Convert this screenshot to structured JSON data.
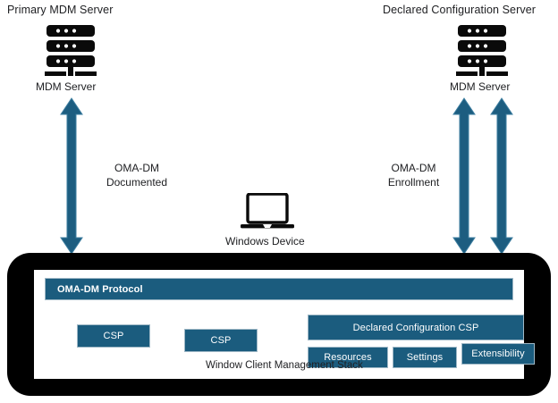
{
  "diagram": {
    "title_left": "Primary MDM Server",
    "title_right": "Declared Configuration Server",
    "left_server_label": "MDM Server",
    "right_server_label": "MDM Server",
    "device_label": "Windows  Device",
    "left_arrow_label_line1": "OMA-DM",
    "left_arrow_label_line2": "Documented",
    "right_arrow_label_line1": "OMA-DM",
    "right_arrow_label_line2": "Enrollment",
    "panel": {
      "protocol_bar": "OMA-DM Protocol",
      "csp_left": "CSP",
      "csp_middle": "CSP",
      "declared_csp": "Declared Configuration CSP",
      "resources": "Resources",
      "settings": "Settings",
      "extensibility": "Extensibility",
      "stack_caption": "Window Client Management Stack"
    },
    "colors": {
      "teal": "#1b5c7e",
      "teal_border": "#9fb8c6",
      "panel_black": "#000000",
      "text": "#202124",
      "background": "#ffffff"
    },
    "icons": {
      "server": "server-rack-icon",
      "laptop": "laptop-icon",
      "arrow": "double-headed-arrow-icon"
    }
  }
}
